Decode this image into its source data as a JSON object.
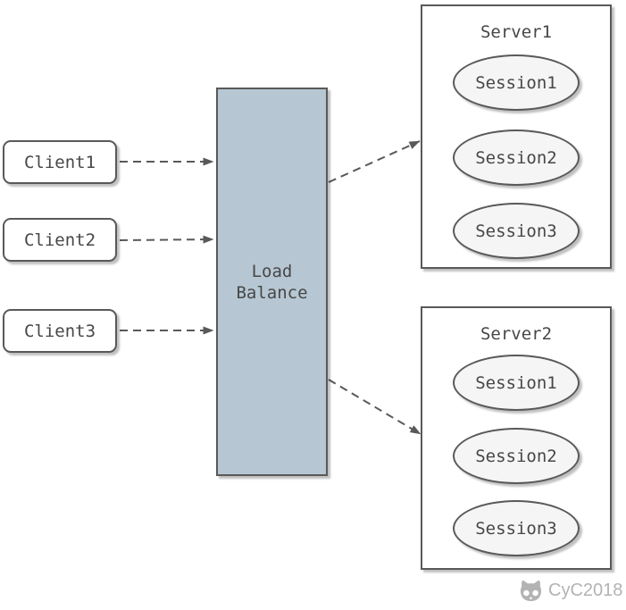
{
  "diagram": {
    "clients": [
      {
        "label": "Client1"
      },
      {
        "label": "Client2"
      },
      {
        "label": "Client3"
      }
    ],
    "load_balancer": {
      "label": "Load\nBalance"
    },
    "servers": [
      {
        "title": "Server1",
        "sessions": [
          {
            "label": "Session1"
          },
          {
            "label": "Session2"
          },
          {
            "label": "Session3"
          }
        ]
      },
      {
        "title": "Server2",
        "sessions": [
          {
            "label": "Session1"
          },
          {
            "label": "Session2"
          },
          {
            "label": "Session3"
          }
        ]
      }
    ],
    "connections": [
      {
        "from": "Client1",
        "to": "Load Balance",
        "style": "dashed-arrow"
      },
      {
        "from": "Client2",
        "to": "Load Balance",
        "style": "dashed-arrow"
      },
      {
        "from": "Client3",
        "to": "Load Balance",
        "style": "dashed-arrow"
      },
      {
        "from": "Load Balance",
        "to": "Server1",
        "style": "dashed-arrow"
      },
      {
        "from": "Load Balance",
        "to": "Server2",
        "style": "dashed-arrow"
      }
    ],
    "watermark": {
      "label": "CyC2018",
      "icon": "github-cat-icon"
    },
    "colors": {
      "node_border": "#595959",
      "node_text": "#474747",
      "load_balancer_fill": "#b6c7d3",
      "session_fill": "#f5f5f5",
      "client_fill": "#ffffff",
      "server_fill": "#ffffff",
      "arrow": "#595959",
      "watermark": "#b3b3b3",
      "shadow": "rgba(0,0,0,0.25)"
    }
  }
}
